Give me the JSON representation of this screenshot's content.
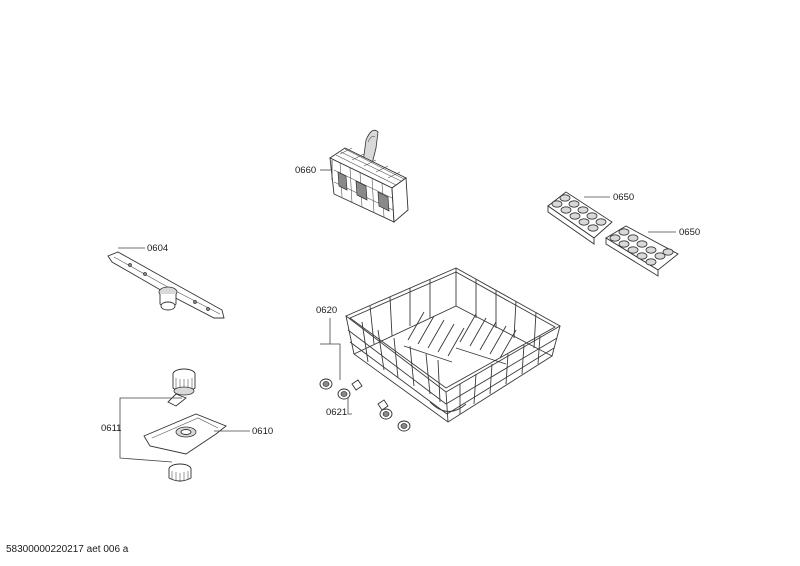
{
  "callouts": {
    "c0660": "0660",
    "c0650a": "0650",
    "c0650b": "0650",
    "c0604": "0604",
    "c0620": "0620",
    "c0621": "0621",
    "c0611": "0611",
    "c0610": "0610"
  },
  "footer": {
    "doc_id": "58300000220217 aet 006 a"
  }
}
